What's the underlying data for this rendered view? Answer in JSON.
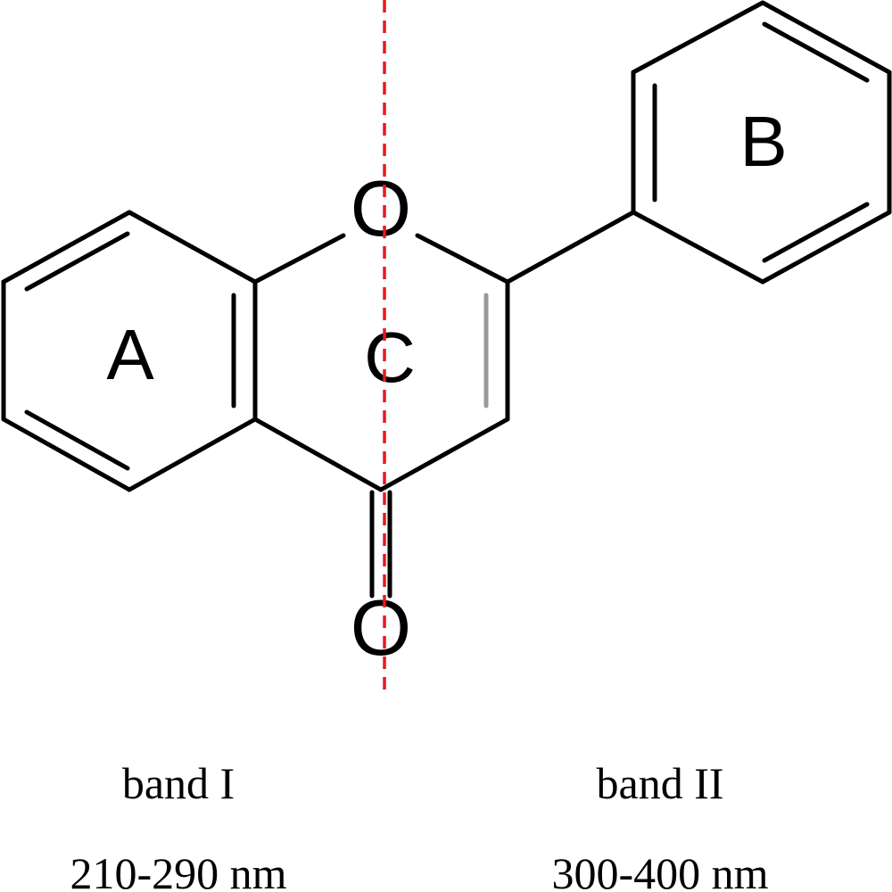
{
  "molecule": {
    "atoms": {
      "ring_oxygen": "O",
      "carbonyl_oxygen": "O"
    },
    "ring_labels": {
      "a": "A",
      "b": "B",
      "c": "C"
    }
  },
  "bands": {
    "band_one": {
      "name": "band I",
      "range": "210-290 nm"
    },
    "band_two": {
      "name": "band II",
      "range": "300-400 nm"
    }
  },
  "colors": {
    "bond": "#000000",
    "faint_bond": "#999999",
    "divider": "#e8191c"
  }
}
